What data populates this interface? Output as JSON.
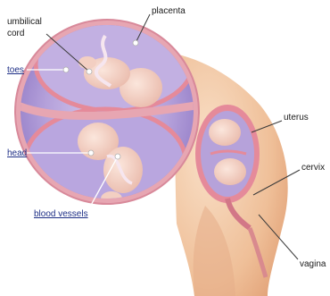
{
  "labels": {
    "umbilical_line1": "umbilical",
    "umbilical_line2": "cord",
    "placenta": "placenta",
    "toes": "toes",
    "head": "head",
    "blood_vessels": "blood vessels",
    "uterus": "uterus",
    "cervix": "cervix",
    "vagina": "vagina"
  },
  "colors": {
    "link_label": "#1e2f86",
    "plain_label": "#1a1a1a",
    "skin": "#f2c7a3",
    "uterine_wall": "#e58a9a",
    "amniotic_fluid": "#b39fd8",
    "fetus": "#f4d2c6"
  }
}
